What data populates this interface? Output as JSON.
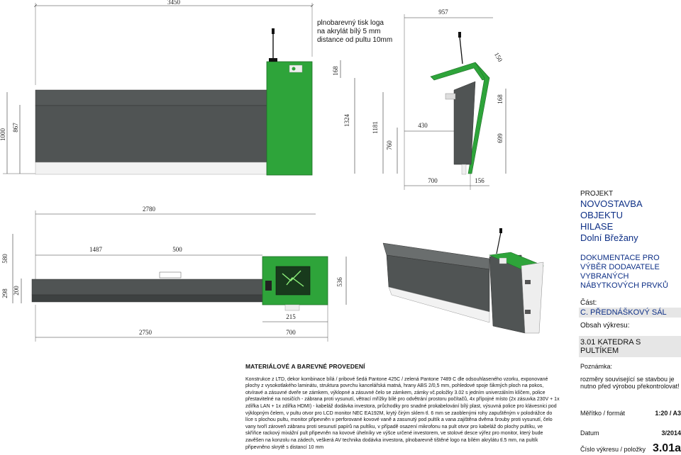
{
  "dimensions": {
    "top_width": "3450",
    "d1000": "1000",
    "d867": "867",
    "d168_front": "168",
    "d1324": "1324",
    "d1181": "1181",
    "d957": "957",
    "d150": "150",
    "d168_side": "168",
    "d430": "430",
    "d760": "760",
    "d699": "699",
    "d700_side": "700",
    "d156": "156",
    "d2780": "2780",
    "d1487": "1487",
    "d500": "500",
    "d580": "580",
    "d298": "298",
    "d200": "200",
    "d536": "536",
    "d215": "215",
    "d2750": "2750",
    "d700_plan": "700"
  },
  "print_note": [
    "plnobarevný tisk loga",
    "na akrylát bílý 5 mm",
    "distance od pultu 10mm"
  ],
  "title_block": {
    "project_label": "PROJEKT",
    "project_name_1": "NOVOSTAVBA OBJEKTU",
    "project_name_2": "HILASE",
    "project_name_3": "Dolní Břežany",
    "doc_1": "DOKUMENTACE PRO",
    "doc_2": "VÝBĚR DODAVATELE",
    "doc_3": "VYBRANÝCH",
    "doc_4": "NÁBYTKOVÝCH PRVKŮ",
    "part_label": "Část:",
    "part_value": "C. PŘEDNÁŠKOVÝ SÁL",
    "content_label": "Obsah výkresu:",
    "content_value": "3.01 KATEDRA S PULTÍKEM"
  },
  "materials": {
    "heading": "MATERIÁLOVÉ A BAREVNÉ PROVEDENÍ",
    "lines": [
      "Konstrukce z LTD, dekor kombinace bílá / pribové šedá Pantone 425C / zelená Pantone 7489 C dle odsouhlaseného vzorku, exponované",
      "plochy z vysokotlakého laminátu, struktura povrchu kancelářská matná, hrany ABS 2/0,5 mm, pohledové spoje šikmých ploch na pokos,",
      "otvíravé a zásuvné dveře se zámkem, výklopné a zásuvné čelo se zámkem, zámky vč.položky 3.02 s jedním univerzálním klíčem, police",
      "přestavitelné na nosičích - zábrana proti vysunutí, větrací mřížky bílé pro odvětrání prostoru počítačů, 4x přípojné místo (2x zásuvka 230V + 1x",
      "zdířka LAN + 1x zdířka HDMI) - kabeláž dodávka investora, průchodky pro snadné prokabelování bílý plast, výsuvná police pro klávesnici pod",
      "výklopným čelem, v pultu otvor pro LCD monitor NEC EA192M, krytý čirým sklem tl. 6 mm se zaoblenými rohy zapuštěným v polodrážce do",
      "líce s plochou pultu, monitor připevněn v perforované kovové vaně a zasunutý pod pultík a vana zajištěna dvěma šrouby proti vysunutí, čelo",
      "vany tvoří zároveň zábranu proti sesunutí papírů na pultíku, v případě osazení mikrofonu na pult otvor pro kabeláž do plochy pultíku, ve",
      "skříňce rackový mixážní pult připevněn na kovové úhelníky ve výšce určené investorem, ve stolové desce výřez pro monitor, který bude",
      "zavěšen na konzolu na zádech, veškerá AV technika dodávka investora, plnobarevně tištěné logo na bílém akrylátu tl.5 mm, na pultík",
      "připevněno skrytě s distancí 10 mm"
    ]
  },
  "notes_block": {
    "label": "Poznámka:",
    "text_1": "rozměry související se stavbou je",
    "text_2": "nutno před výrobou překontrolovat!",
    "scale_label": "Měřítko / formát",
    "scale_value": "1:20 / A3",
    "date_label": "Datum",
    "date_value": "3/2014",
    "sheet_label": "Číslo výkresu / položky",
    "sheet_value": "3.01a"
  },
  "colors": {
    "green": "#2ea43a",
    "gray": "#505454",
    "light": "#eeeeee",
    "tbblue": "#0d2f86"
  }
}
